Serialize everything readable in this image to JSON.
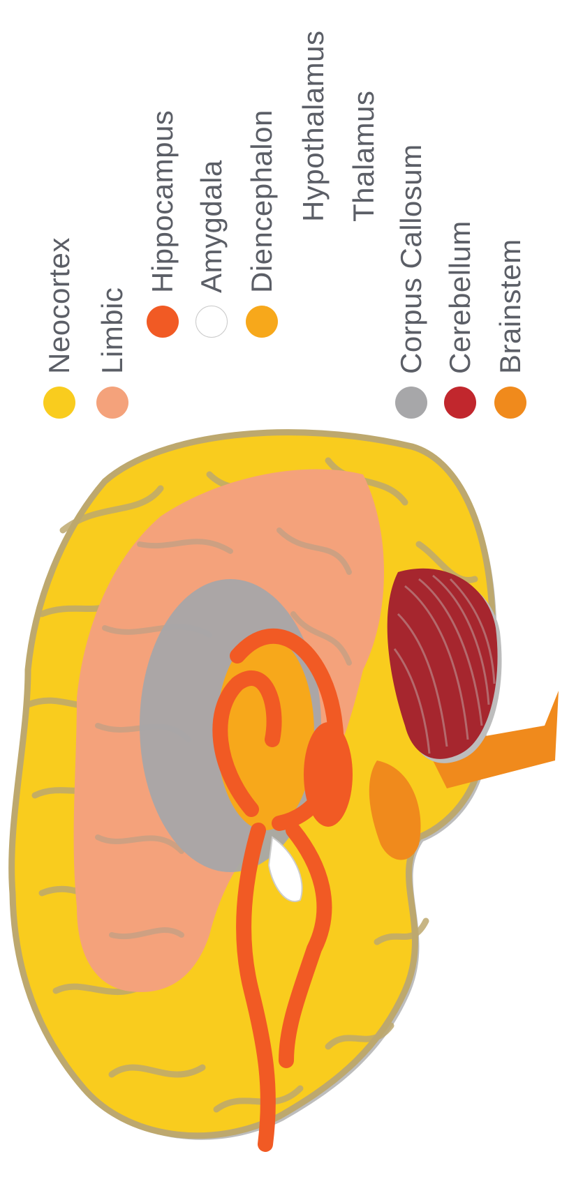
{
  "legend": {
    "neocortex": {
      "label": "Neocortex",
      "color": "#f9cc1e"
    },
    "limbic": {
      "label": "Limbic",
      "color": "#f4a27b"
    },
    "hippocampus": {
      "label": "Hippocampus",
      "color": "#f15a24"
    },
    "amygdala": {
      "label": "Amygdala",
      "color": "#ffffff"
    },
    "diencephalon": {
      "label": "Diencephalon",
      "color": "#f7a81b"
    },
    "hypothalamus": {
      "label": "Hypothalamus"
    },
    "thalamus": {
      "label": "Thalamus"
    },
    "corpus_callosum": {
      "label": "Corpus Callosum",
      "color": "#a7a7a9"
    },
    "cerebellum": {
      "label": "Cerebellum",
      "color": "#c1272d"
    },
    "brainstem": {
      "label": "Brainstem",
      "color": "#f08a1c"
    }
  }
}
